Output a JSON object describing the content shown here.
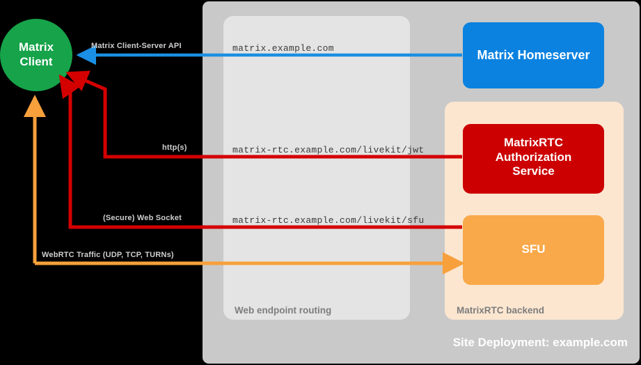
{
  "diagram": {
    "site_caption": "Site Deployment: example.com",
    "groups": {
      "routing_caption": "Web endpoint routing",
      "backend_caption": "MatrixRTC backend"
    },
    "nodes": {
      "client": "Matrix\nClient",
      "client_line1": "Matrix",
      "client_line2": "Client",
      "homeserver": "Matrix Homeserver",
      "auth_service_line1": "MatrixRTC",
      "auth_service_line2": "Authorization",
      "auth_service_line3": "Service",
      "sfu": "SFU"
    },
    "flows": [
      {
        "label": "Matrix Client-Server API",
        "endpoint": "matrix.example.com",
        "color": "#1a8fe3"
      },
      {
        "label": "http(s)",
        "endpoint": "matrix-rtc.example.com/livekit/jwt",
        "color": "#d40000"
      },
      {
        "label": "(Secure) Web Socket",
        "endpoint": "matrix-rtc.example.com/livekit/sfu",
        "color": "#d40000"
      },
      {
        "label": "WebRTC Traffic (UDP, TCP, TURNs)",
        "endpoint": "",
        "color": "#f7a03c"
      }
    ],
    "colors": {
      "client_green": "#16a34a",
      "homeserver_blue": "#0b82e0",
      "auth_red": "#cc0000",
      "sfu_orange": "#f9a94a",
      "backend_bg": "#fce6d0",
      "routing_bg": "#e4e4e4",
      "site_bg": "#c9c9c9",
      "page_bg": "#000000",
      "blue_arrow": "#1a8fe3",
      "red_arrow": "#d40000",
      "orange_arrow": "#f7a03c"
    }
  }
}
